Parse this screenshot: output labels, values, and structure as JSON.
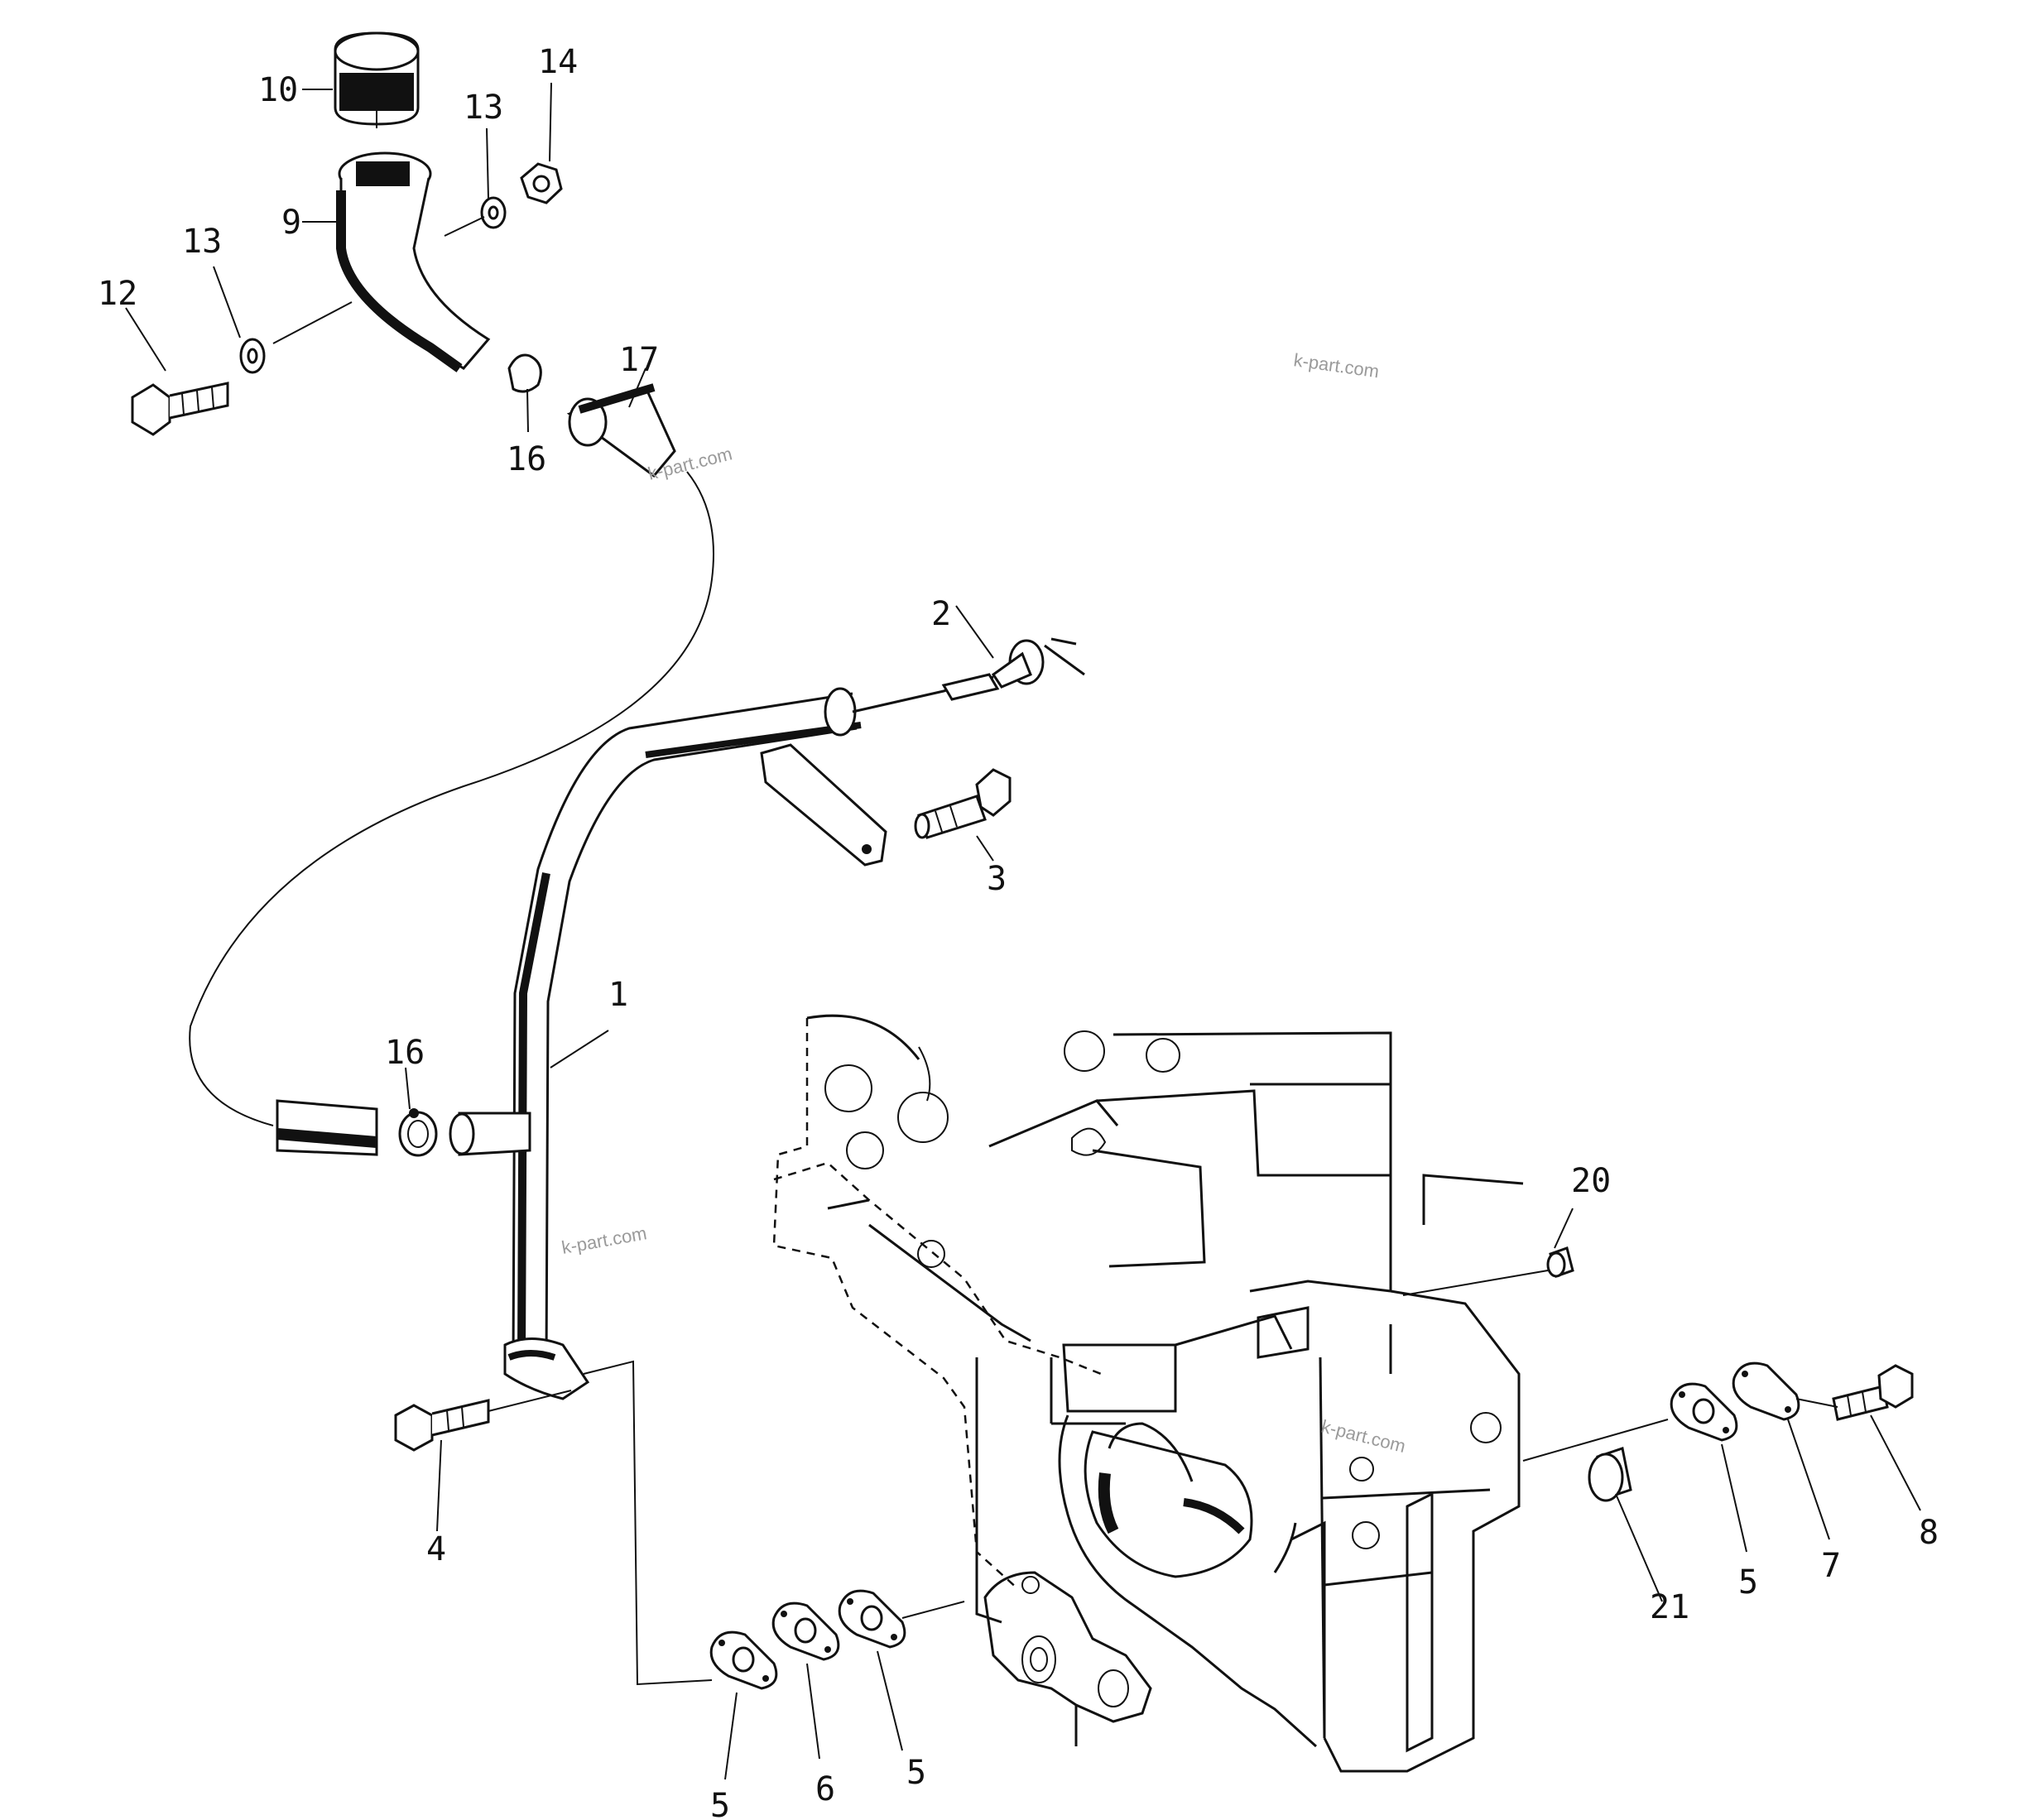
{
  "watermark": "k-part.com",
  "callouts": {
    "c1": "1",
    "c2": "2",
    "c3": "3",
    "c4": "4",
    "c5a": "5",
    "c5b": "5",
    "c5c": "5",
    "c6": "6",
    "c7": "7",
    "c8": "8",
    "c9": "9",
    "c10": "10",
    "c12": "12",
    "c13a": "13",
    "c13b": "13",
    "c14": "14",
    "c16a": "16",
    "c16b": "16",
    "c17": "17",
    "c20": "20",
    "c21": "21"
  }
}
